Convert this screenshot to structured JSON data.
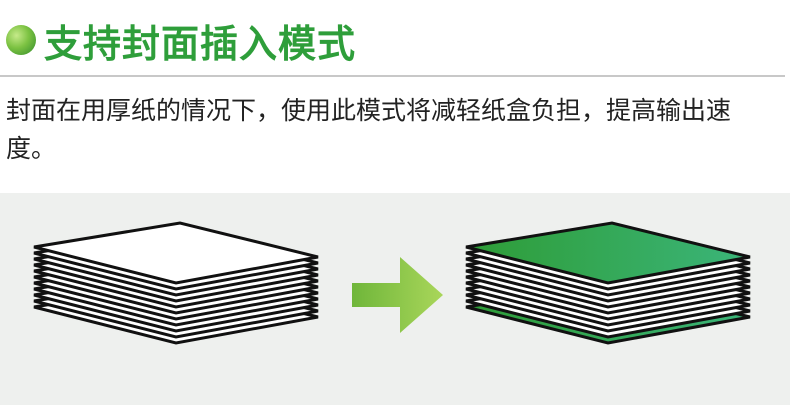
{
  "header": {
    "title": "支持封面插入模式",
    "accent_color": "#2e9e3a",
    "bullet_icon": "green-circle-icon"
  },
  "body": {
    "description": "封面在用厚纸的情况下，使用此模式将减轻纸盒负担，提高输出速度。"
  },
  "illustration": {
    "left_stack": "plain-paper-stack",
    "arrow": "right-arrow-icon",
    "right_stack": "paper-stack-with-green-cover",
    "arrow_color": "#7cc242",
    "cover_color": "#2fae45"
  }
}
